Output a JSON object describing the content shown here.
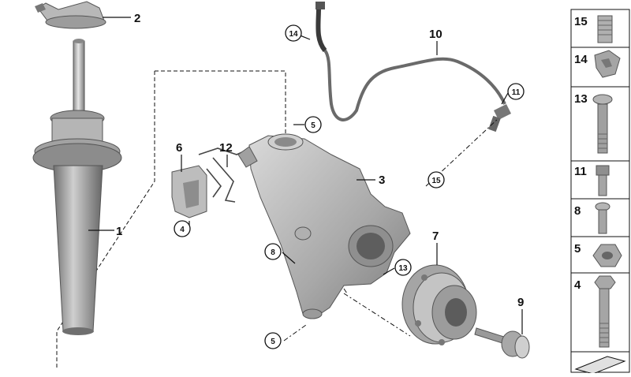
{
  "callouts": [
    {
      "id": "c1",
      "text": "1"
    },
    {
      "id": "c2",
      "text": "2"
    },
    {
      "id": "c3",
      "text": "3"
    },
    {
      "id": "c4",
      "text": "4"
    },
    {
      "id": "c5a",
      "text": "5"
    },
    {
      "id": "c5b",
      "text": "5"
    },
    {
      "id": "c6",
      "text": "6"
    },
    {
      "id": "c7",
      "text": "7"
    },
    {
      "id": "c8",
      "text": "8"
    },
    {
      "id": "c9",
      "text": "9"
    },
    {
      "id": "c10",
      "text": "10"
    },
    {
      "id": "c11",
      "text": "11"
    },
    {
      "id": "c12",
      "text": "12"
    },
    {
      "id": "c13",
      "text": "13"
    },
    {
      "id": "c14",
      "text": "14"
    },
    {
      "id": "c15",
      "text": "15"
    }
  ],
  "legend": [
    {
      "id": "l15",
      "text": "15",
      "icon": "sleeve-icon"
    },
    {
      "id": "l14",
      "text": "14",
      "icon": "clip-icon"
    },
    {
      "id": "l13",
      "text": "13",
      "icon": "torx-bolt-icon"
    },
    {
      "id": "l11",
      "text": "11",
      "icon": "socket-bolt-icon"
    },
    {
      "id": "l8",
      "text": "8",
      "icon": "short-bolt-icon"
    },
    {
      "id": "l5",
      "text": "5",
      "icon": "hex-nut-icon"
    },
    {
      "id": "l4",
      "text": "4",
      "icon": "long-hex-bolt-icon"
    }
  ],
  "colors": {
    "metal_light": "#d8d8d8",
    "metal_mid": "#a9a9a9",
    "metal_dark": "#6f6f6f",
    "line": "#111111"
  }
}
